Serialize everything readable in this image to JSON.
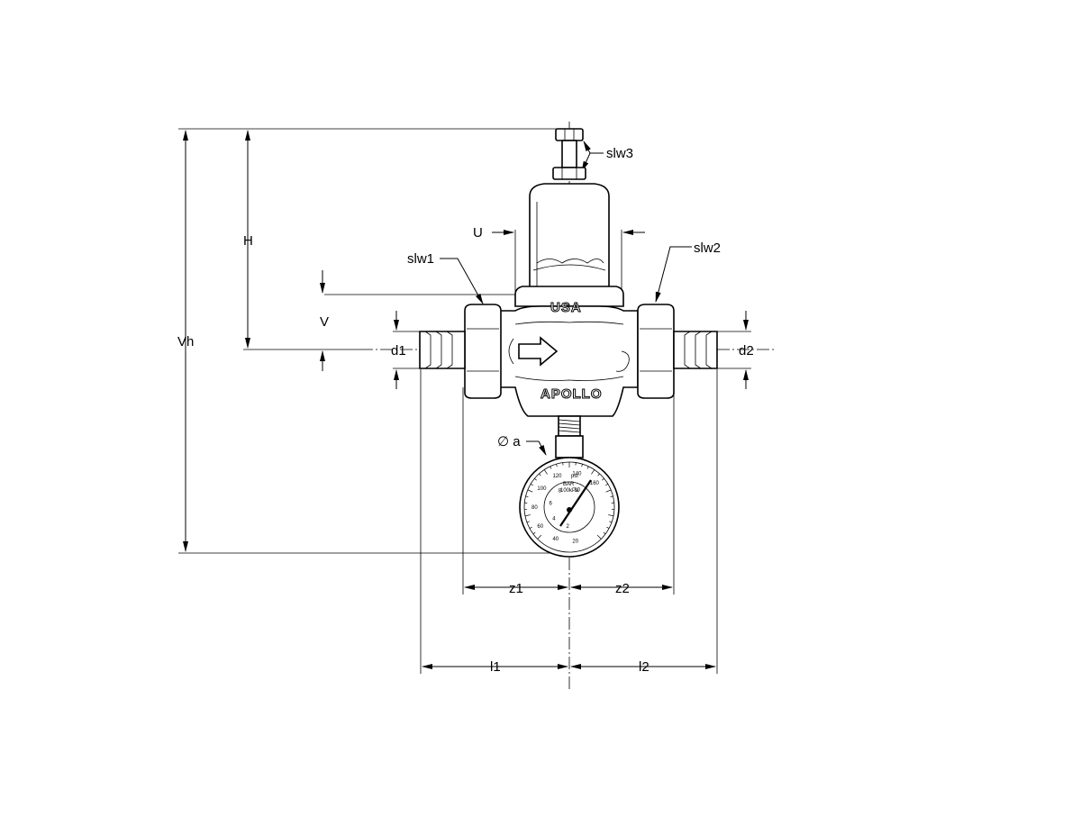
{
  "diagram": {
    "labels": {
      "slw3": "slw3",
      "U": "U",
      "H": "H",
      "slw1": "slw1",
      "slw2": "slw2",
      "V": "V",
      "Vh": "Vh",
      "d1": "d1",
      "d2": "d2",
      "diameter_a": "∅ a",
      "z1": "z1",
      "z2": "z2",
      "l1": "l1",
      "l2": "l2"
    },
    "branding": {
      "top": "USA",
      "bottom": "APOLLO"
    },
    "gauge": {
      "psi_ticks": [
        "20",
        "40",
        "60",
        "80",
        "100",
        "120",
        "140",
        "160"
      ],
      "bar_ticks": [
        "2",
        "4",
        "6",
        "8",
        "10"
      ],
      "unit_psi": "psi",
      "unit_bar": "BAR",
      "unit_kpa": "100kPa"
    }
  }
}
